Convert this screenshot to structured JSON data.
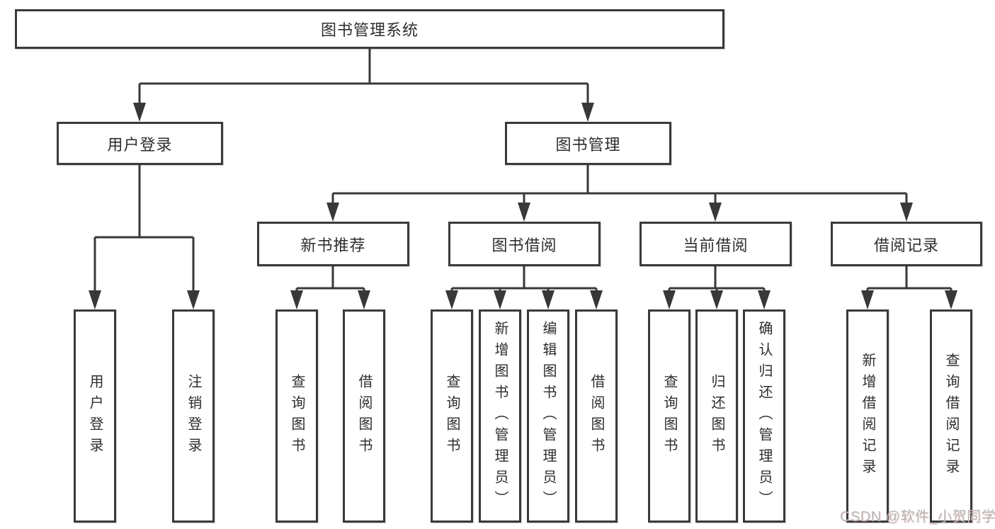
{
  "tree": {
    "label": "图书管理系统",
    "children": [
      {
        "label": "用户登录",
        "children": [
          {
            "label": "用户登录"
          },
          {
            "label": "注销登录"
          }
        ]
      },
      {
        "label": "图书管理",
        "children": [
          {
            "label": "新书推荐",
            "children": [
              {
                "label": "查询图书"
              },
              {
                "label": "借阅图书"
              }
            ]
          },
          {
            "label": "图书借阅",
            "children": [
              {
                "label": "查询图书"
              },
              {
                "label": "新增图书（管理员）"
              },
              {
                "label": "编辑图书（管理员）"
              },
              {
                "label": "借阅图书"
              }
            ]
          },
          {
            "label": "当前借阅",
            "children": [
              {
                "label": "查询图书"
              },
              {
                "label": "归还图书"
              },
              {
                "label": "确认归还（管理员）"
              }
            ]
          },
          {
            "label": "借阅记录",
            "children": [
              {
                "label": "新增借阅记录"
              },
              {
                "label": "查询借阅记录"
              }
            ]
          }
        ]
      }
    ]
  },
  "watermark": "CSDN @软件_小贺同学",
  "colors": {
    "line": "#383838",
    "text": "#2e2e2e",
    "background": "#ffffff",
    "watermark": "#b6b6b6"
  }
}
